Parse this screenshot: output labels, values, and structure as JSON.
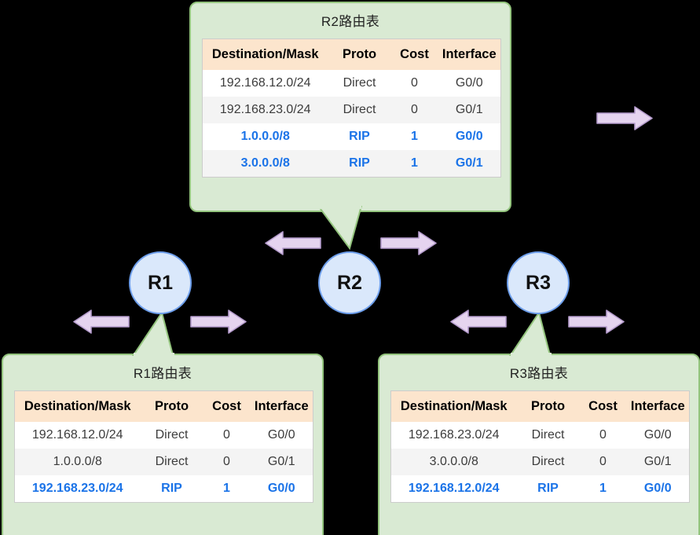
{
  "diagram": {
    "title_r2": "R2路由表",
    "title_r1": "R1路由表",
    "title_r3": "R3路由表",
    "columns": [
      "Destination/Mask",
      "Proto",
      "Cost",
      "Interface"
    ],
    "colors": {
      "box_bg": "#d9ead3",
      "box_border": "#93c47d",
      "header_bg": "#fce5cd",
      "row_alt_bg": "#f4f4f4",
      "rip_text": "#1a73e8",
      "router_fill": "#dae8fb",
      "router_border": "#6d9eeb",
      "arrow_fill": "#e5d4ef",
      "arrow_border": "#b59ccd",
      "background": "#000000"
    }
  },
  "routers": [
    {
      "id": "r1",
      "label": "R1"
    },
    {
      "id": "r2",
      "label": "R2"
    },
    {
      "id": "r3",
      "label": "R3"
    }
  ],
  "tables": {
    "r2": {
      "title": "R2路由表",
      "columns": [
        "Destination/Mask",
        "Proto",
        "Cost",
        "Interface"
      ],
      "rows": [
        {
          "destination": "192.168.12.0/24",
          "proto": "Direct",
          "cost": "0",
          "interface": "G0/0",
          "highlight": false
        },
        {
          "destination": "192.168.23.0/24",
          "proto": "Direct",
          "cost": "0",
          "interface": "G0/1",
          "highlight": false
        },
        {
          "destination": "1.0.0.0/8",
          "proto": "RIP",
          "cost": "1",
          "interface": "G0/0",
          "highlight": true
        },
        {
          "destination": "3.0.0.0/8",
          "proto": "RIP",
          "cost": "1",
          "interface": "G0/1",
          "highlight": true
        }
      ]
    },
    "r1": {
      "title": "R1路由表",
      "columns": [
        "Destination/Mask",
        "Proto",
        "Cost",
        "Interface"
      ],
      "rows": [
        {
          "destination": "192.168.12.0/24",
          "proto": "Direct",
          "cost": "0",
          "interface": "G0/0",
          "highlight": false
        },
        {
          "destination": "1.0.0.0/8",
          "proto": "Direct",
          "cost": "0",
          "interface": "G0/1",
          "highlight": false
        },
        {
          "destination": "192.168.23.0/24",
          "proto": "RIP",
          "cost": "1",
          "interface": "G0/0",
          "highlight": true
        }
      ]
    },
    "r3": {
      "title": "R3路由表",
      "columns": [
        "Destination/Mask",
        "Proto",
        "Cost",
        "Interface"
      ],
      "rows": [
        {
          "destination": "192.168.23.0/24",
          "proto": "Direct",
          "cost": "0",
          "interface": "G0/0",
          "highlight": false
        },
        {
          "destination": "3.0.0.0/8",
          "proto": "Direct",
          "cost": "0",
          "interface": "G0/1",
          "highlight": false
        },
        {
          "destination": "192.168.12.0/24",
          "proto": "RIP",
          "cost": "1",
          "interface": "G0/0",
          "highlight": true
        }
      ]
    }
  },
  "arrows": [
    {
      "name": "arrow-r2-left",
      "direction": "left"
    },
    {
      "name": "arrow-r2-right",
      "direction": "right"
    },
    {
      "name": "arrow-r1-left",
      "direction": "left"
    },
    {
      "name": "arrow-r1-right",
      "direction": "right"
    },
    {
      "name": "arrow-r3-left",
      "direction": "left"
    },
    {
      "name": "arrow-r3-right",
      "direction": "right"
    },
    {
      "name": "arrow-top-right",
      "direction": "right"
    }
  ]
}
